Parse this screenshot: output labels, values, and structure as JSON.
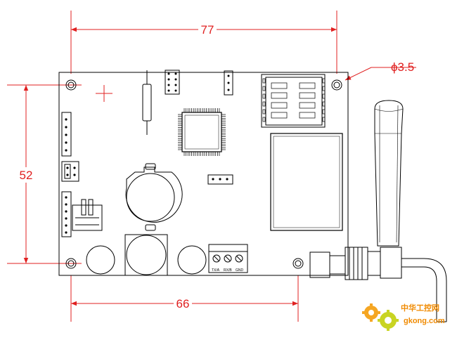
{
  "drawing": {
    "type": "PCB mechanical dimension drawing",
    "dimensions": {
      "top_width": "77",
      "bottom_width": "66",
      "left_height": "52",
      "hole_diameter": "ϕ3.5"
    },
    "terminal_labels": [
      "TX/A",
      "RX/B",
      "GND"
    ],
    "colors": {
      "dimension": "#e02020",
      "outline": "#000000",
      "watermark": "#f08a00"
    }
  },
  "watermark": {
    "cn_text": "中华工控网",
    "url": "gkong.com",
    "icon": "gear-icon"
  }
}
